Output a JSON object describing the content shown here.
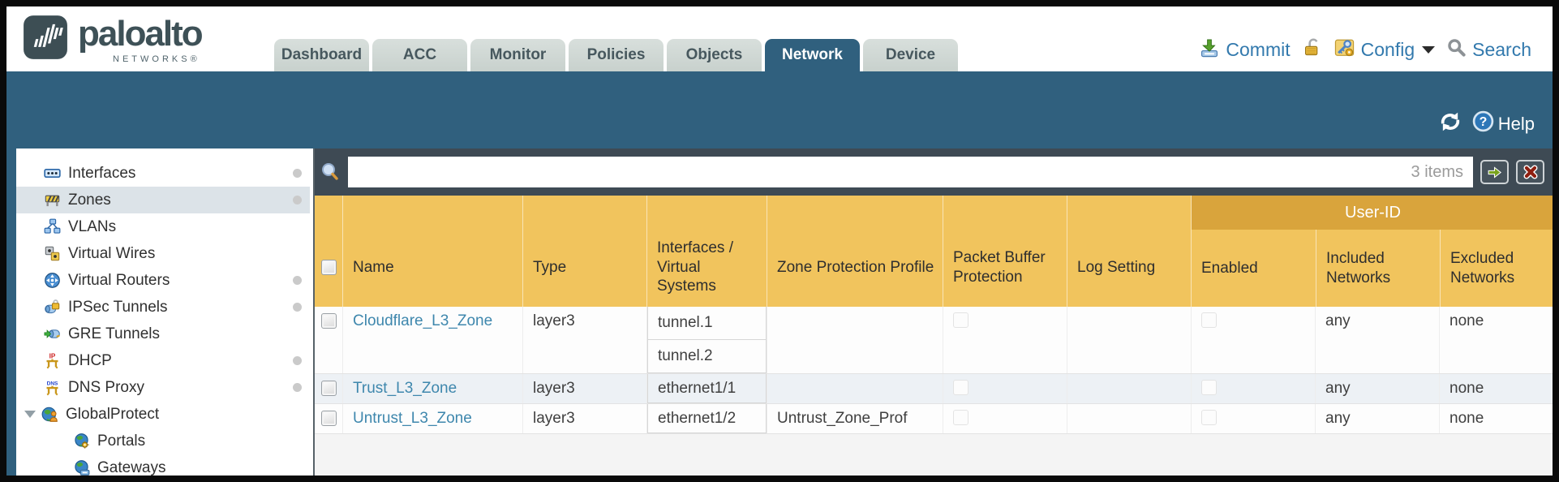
{
  "header": {
    "brand": "paloalto",
    "brand_sub": "NETWORKS®",
    "tabs": [
      {
        "label": "Dashboard"
      },
      {
        "label": "ACC"
      },
      {
        "label": "Monitor"
      },
      {
        "label": "Policies"
      },
      {
        "label": "Objects"
      },
      {
        "label": "Network",
        "active": true
      },
      {
        "label": "Device"
      }
    ],
    "tools": {
      "commit_label": "Commit",
      "config_label": "Config",
      "search_label": "Search"
    }
  },
  "subheader": {
    "help_label": "Help"
  },
  "sidebar": {
    "items": [
      {
        "label": "Interfaces"
      },
      {
        "label": "Zones"
      },
      {
        "label": "VLANs"
      },
      {
        "label": "Virtual Wires"
      },
      {
        "label": "Virtual Routers"
      },
      {
        "label": "IPSec Tunnels"
      },
      {
        "label": "GRE Tunnels"
      },
      {
        "label": "DHCP"
      },
      {
        "label": "DNS Proxy"
      },
      {
        "label": "GlobalProtect"
      },
      {
        "label": "Portals"
      },
      {
        "label": "Gateways"
      }
    ]
  },
  "filter": {
    "input_value": "",
    "count_label": "3 items"
  },
  "table": {
    "group_header": "User-ID",
    "columns": {
      "name": "Name",
      "type": "Type",
      "interfaces": "Interfaces / Virtual Systems",
      "zpp": "Zone Protection Profile",
      "pbp": "Packet Buffer Protection",
      "log": "Log Setting",
      "enabled": "Enabled",
      "included": "Included Networks",
      "excluded": "Excluded Networks"
    },
    "rows": [
      {
        "name": "Cloudflare_L3_Zone",
        "type": "layer3",
        "interfaces": [
          "tunnel.1",
          "tunnel.2"
        ],
        "zone_protection_profile": "",
        "log_setting": "",
        "included_networks": "any",
        "excluded_networks": "none"
      },
      {
        "name": "Trust_L3_Zone",
        "type": "layer3",
        "interfaces": [
          "ethernet1/1"
        ],
        "zone_protection_profile": "",
        "log_setting": "",
        "included_networks": "any",
        "excluded_networks": "none"
      },
      {
        "name": "Untrust_L3_Zone",
        "type": "layer3",
        "interfaces": [
          "ethernet1/2"
        ],
        "zone_protection_profile": "Untrust_Zone_Prof",
        "log_setting": "",
        "included_networks": "any",
        "excluded_networks": "none"
      }
    ]
  },
  "colors": {
    "teal": "#30607e",
    "header_amber": "#f1c45d",
    "group_band_amber": "#d9a43c",
    "link_blue": "#3e87ad",
    "filterbar_slate": "#3e4a54"
  }
}
